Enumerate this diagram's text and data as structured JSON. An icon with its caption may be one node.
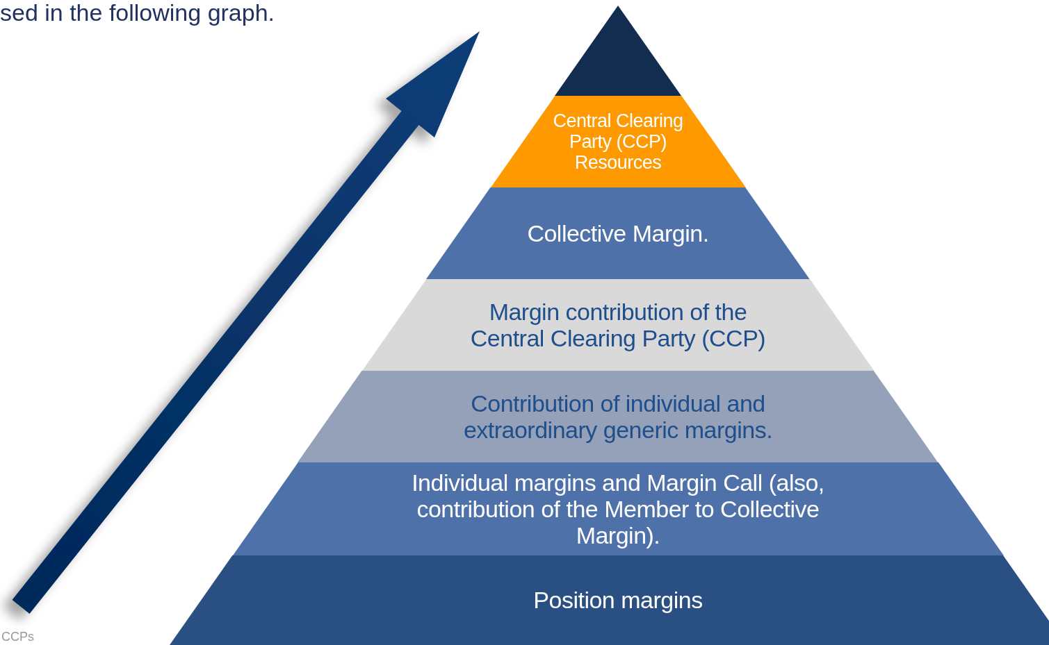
{
  "diagram": {
    "nodes": [
      {
        "text": [],
        "shape": "triangle"
      },
      {
        "text": [
          "Central Clearing Party (CCP) Resources"
        ]
      },
      {
        "text": [
          "Collective Margin."
        ]
      },
      {
        "text": [
          "Margin contribution of the Central Clearing Party (CCP)"
        ]
      },
      {
        "text": [
          "Contribution of individual and extraordinary generic margins."
        ]
      },
      {
        "text": [
          "Individual margins and Margin Call (also, contribution of the Member to Collective Margin)."
        ]
      },
      {
        "text": [
          "Position margins"
        ]
      }
    ],
    "labels": [
      "sed in the following graph.",
      "CCPs"
    ]
  }
}
